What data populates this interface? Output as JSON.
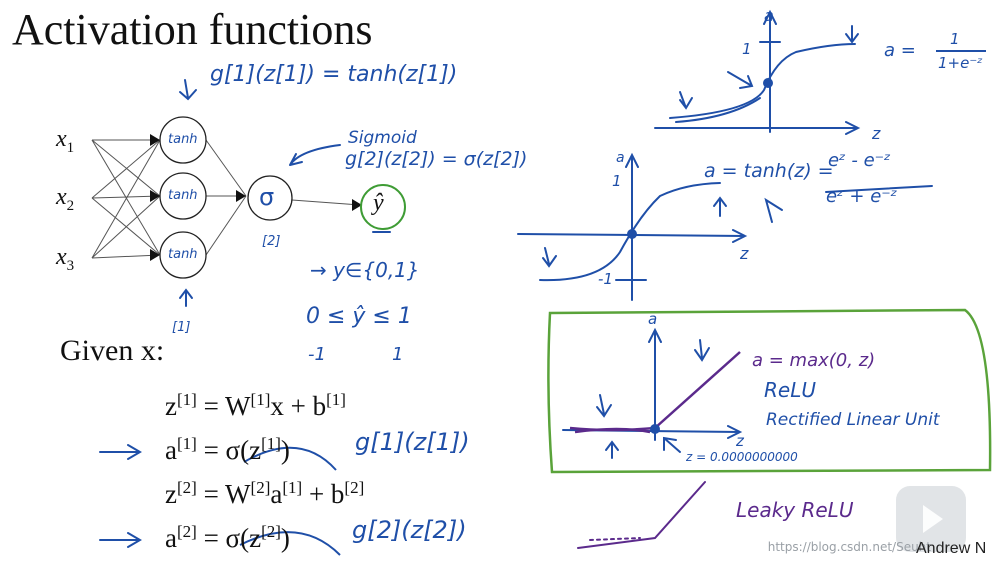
{
  "slide": {
    "title": "Activation functions",
    "given": "Given x:",
    "author": "Andrew N",
    "watermark": "https://blog.csdn.net/Seuht"
  },
  "network": {
    "inputs": [
      "x",
      "x",
      "x"
    ],
    "input_subs": [
      "1",
      "2",
      "3"
    ],
    "hidden_nodes": [
      "tanh",
      "tanh",
      "tanh"
    ],
    "output_node": "σ",
    "output": "ŷ",
    "layer1_label": "[1]",
    "layer2_label": "[2]"
  },
  "equations": [
    {
      "lhs": "z",
      "sup": "[1]",
      "rhs": "= W",
      "rsup": "[1]",
      "rest": "x + b",
      "rsup2": "[1]"
    },
    {
      "lhs": "a",
      "sup": "[1]",
      "rhs": "= σ(z",
      "rsup": "[1]",
      "rest": ")",
      "rsup2": ""
    },
    {
      "lhs": "z",
      "sup": "[2]",
      "rhs": "= W",
      "rsup": "[2]",
      "rest": "a",
      "rsup2": "[1]",
      "tail": "+ b",
      "tailsup": "[2]"
    },
    {
      "lhs": "a",
      "sup": "[2]",
      "rhs": "= σ(z",
      "rsup": "[2]",
      "rest": ")",
      "rsup2": ""
    }
  ],
  "handwriting": {
    "g1": "g[1](z[1]) = tanh(z[1])",
    "sigmoid": "Sigmoid",
    "g2": "g[2](z[2]) = σ(z[2])",
    "y_set": "→ y∈{0,1}",
    "y_range": "0 ≤ ŷ ≤ 1",
    "neg1": "-1",
    "one": "1",
    "repl1": "g[1](z[1])",
    "repl2": "g[2](z[2])",
    "sig_formula_num": "1",
    "sig_formula": "a =",
    "sig_formula_den": "1+e⁻ᶻ",
    "tanh_formula": "a = tanh(z) =",
    "tanh_num": "eᶻ - e⁻ᶻ",
    "tanh_den": "eᶻ + e⁻ᶻ",
    "relu_formula": "a = max(0, z)",
    "relu": "ReLU",
    "relu_full": "Rectified Linear Unit",
    "z_small": "z = 0.0000000000",
    "leaky": "Leaky ReLU",
    "axis_a": "a",
    "axis_z": "z",
    "tick_1": "1",
    "tick_neg1": "-1"
  },
  "colors": {
    "ink_blue": "#1f4fa8",
    "ink_purple": "#5b2a8c",
    "box_green": "#5aa33a",
    "circle_green": "#3f9c35",
    "text": "#111111"
  }
}
